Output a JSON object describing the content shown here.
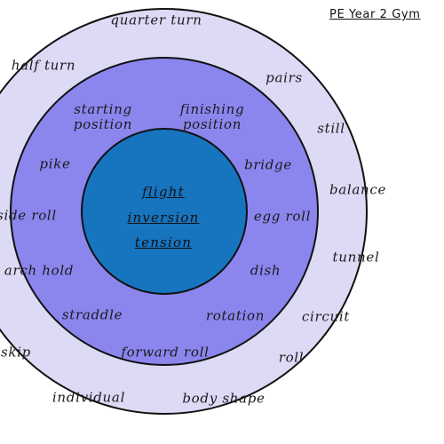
{
  "title": "PE Year 2 Gym",
  "colors": {
    "outer_ring": "#dcdaf5",
    "middle_ring": "#8b86ee",
    "core": "#1774bf",
    "outline": "#111111"
  },
  "core_words": [
    "flight",
    "inversion",
    "tension"
  ],
  "middle_ring_words": [
    "starting position",
    "finishing position",
    "pike",
    "bridge",
    "side roll",
    "egg roll",
    "arch hold",
    "dish",
    "straddle",
    "rotation",
    "forward roll"
  ],
  "outer_ring_words": [
    "quarter turn",
    "half turn",
    "pairs",
    "still",
    "balance",
    "tunnel",
    "circuit",
    "roll",
    "skip",
    "individual",
    "body shape"
  ]
}
